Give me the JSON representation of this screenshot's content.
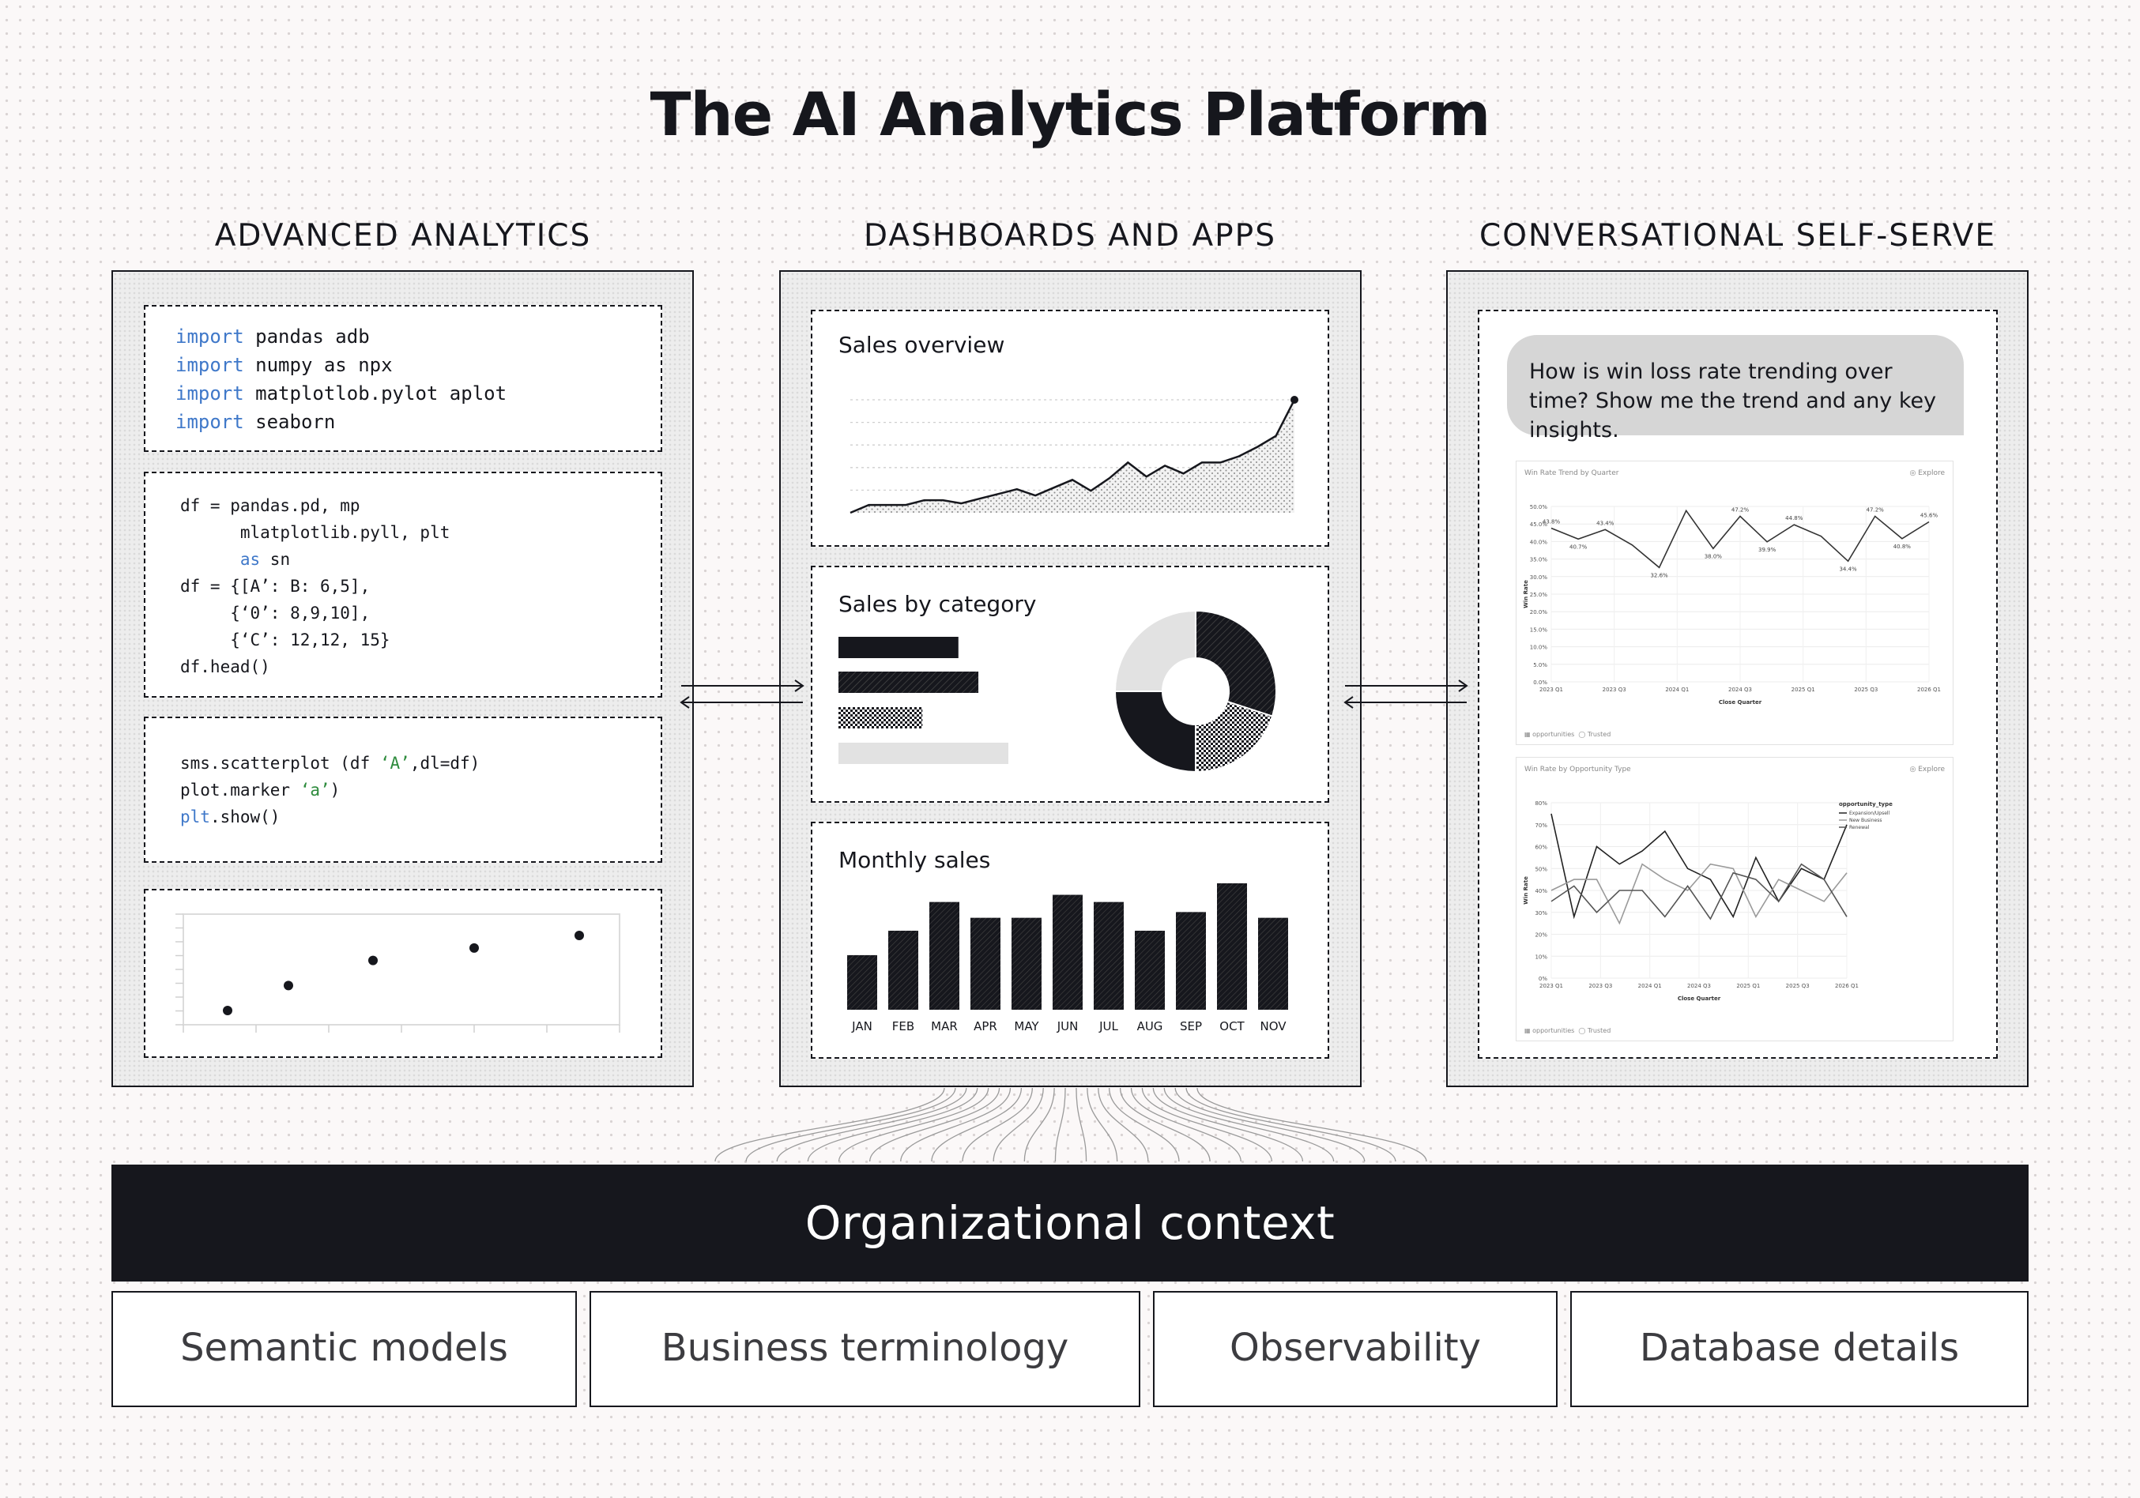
{
  "title": "The AI Analytics Platform",
  "columns": {
    "advanced_analytics": "ADVANCED ANALYTICS",
    "dashboards": "DASHBOARDS AND APPS",
    "conversational": "CONVERSATIONAL SELF-SERVE"
  },
  "code": {
    "block1": [
      {
        "kw": "import",
        "rest": " pandas adb"
      },
      {
        "kw": "import",
        "rest": " numpy as npx"
      },
      {
        "kw": "import",
        "rest": " matplotlob.pylot aplot"
      },
      {
        "kw": "import",
        "rest": " seaborn"
      }
    ],
    "block2": {
      "line1": "df = pandas.pd, mp",
      "line2": "      mlatplotlib.pyll, plt",
      "line3_pre": "      ",
      "line3_kw": "as",
      "line3_rest": " sn",
      "line4": "df = {[A’: B: 6,5],",
      "line5": "     {‘0’: 8,9,10],",
      "line6": "     {‘C’: 12,12, 15}",
      "line7": "df.head()"
    },
    "block3": {
      "line1_pre": "sms.scatterplot (df ",
      "line1_str": "‘A’",
      "line1_post": ",dl=df)",
      "line2_pre": "plot.marker ",
      "line2_str": "‘a’",
      "line2_post": ")",
      "line3_kw": "plt",
      "line3_rest": ".show()"
    }
  },
  "dashboards": {
    "sales_overview": "Sales overview",
    "sales_by_category": "Sales by category",
    "monthly_sales": "Monthly sales"
  },
  "conversation": {
    "question": "How is win loss rate trending over time? Show me the trend and any key insights.",
    "chart1_title": "Win Rate Trend by Quarter",
    "chart2_title": "Win Rate by Opportunity Type",
    "explore": "Explore",
    "source": "opportunities",
    "trusted": "Trusted",
    "xlabel": "Close Quarter",
    "ylabel": "Win Rate",
    "legend_title": "opportunity_type"
  },
  "org_context": {
    "title": "Organizational context",
    "items": [
      "Semantic models",
      "Business terminology",
      "Observability",
      "Database details"
    ]
  },
  "chart_data": [
    {
      "type": "scatter",
      "x": [
        1,
        2,
        3,
        4,
        5
      ],
      "y": [
        1,
        2,
        3,
        3.5,
        4
      ]
    },
    {
      "type": "area",
      "title": "Sales overview",
      "values": [
        0,
        5,
        5,
        5,
        8,
        8,
        6,
        9,
        12,
        15,
        11,
        16,
        21,
        14,
        22,
        32,
        23,
        30,
        25,
        32,
        32,
        36,
        42,
        49,
        72
      ]
    },
    {
      "type": "bar",
      "title": "Sales by category",
      "orientation": "horizontal",
      "values": [
        0.6,
        0.7,
        0.42,
        0.85
      ]
    },
    {
      "type": "pie",
      "title": "Sales by category",
      "values": [
        30,
        20,
        25,
        25
      ]
    },
    {
      "type": "bar",
      "title": "Monthly sales",
      "categories": [
        "JAN",
        "FEB",
        "MAR",
        "APR",
        "MAY",
        "JUN",
        "JUL",
        "AUG",
        "SEP",
        "OCT",
        "NOV"
      ],
      "values": [
        38,
        55,
        75,
        64,
        64,
        80,
        75,
        55,
        68,
        88,
        64
      ]
    },
    {
      "type": "line",
      "title": "Win Rate Trend by Quarter",
      "xlabel": "Close Quarter",
      "ylabel": "Win Rate",
      "x_ticks": [
        "2023 Q1",
        "2023 Q3",
        "2024 Q1",
        "2024 Q3",
        "2025 Q1",
        "2025 Q3",
        "2026 Q1"
      ],
      "y_ticks": [
        "0.0%",
        "5.0%",
        "10.0%",
        "15.0%",
        "20.0%",
        "25.0%",
        "30.0%",
        "35.0%",
        "40.0%",
        "45.0%",
        "50.0%"
      ],
      "ylim": [
        0,
        50
      ],
      "values": [
        43.8,
        40.7,
        43.4,
        39.0,
        32.6,
        48.8,
        38.0,
        47.2,
        39.9,
        44.8,
        41.5,
        34.4,
        47.2,
        40.8,
        45.6
      ],
      "data_labels": [
        {
          "i": 0,
          "text": "43.8%"
        },
        {
          "i": 1,
          "text": "40.7%"
        },
        {
          "i": 2,
          "text": "43.4%"
        },
        {
          "i": 4,
          "text": "32.6%"
        },
        {
          "i": 6,
          "text": "38.0%"
        },
        {
          "i": 7,
          "text": "47.2%"
        },
        {
          "i": 8,
          "text": "39.9%"
        },
        {
          "i": 9,
          "text": "44.8%"
        },
        {
          "i": 11,
          "text": "34.4%"
        },
        {
          "i": 12,
          "text": "47.2%"
        },
        {
          "i": 13,
          "text": "40.8%"
        },
        {
          "i": 14,
          "text": "45.6%"
        }
      ]
    },
    {
      "type": "line",
      "title": "Win Rate by Opportunity Type",
      "xlabel": "Close Quarter",
      "ylabel": "Win Rate",
      "x_ticks": [
        "2023 Q1",
        "2023 Q3",
        "2024 Q1",
        "2024 Q3",
        "2025 Q1",
        "2025 Q3",
        "2026 Q1"
      ],
      "y_ticks": [
        "0%",
        "10%",
        "20%",
        "30%",
        "40%",
        "50%",
        "60%",
        "70%",
        "80%"
      ],
      "ylim": [
        0,
        80
      ],
      "legend_position": "top-right",
      "series": [
        {
          "name": "Expansion/Upsell",
          "values": [
            75,
            28,
            60,
            52,
            58,
            67,
            50,
            45,
            28,
            55,
            35,
            50,
            45,
            70
          ],
          "color": "#222222"
        },
        {
          "name": "New Business",
          "values": [
            40,
            45,
            45,
            25,
            52,
            45,
            40,
            52,
            50,
            28,
            45,
            40,
            35,
            48
          ],
          "color": "#9a9a9a"
        },
        {
          "name": "Renewal",
          "values": [
            35,
            42,
            30,
            40,
            40,
            28,
            42,
            27,
            48,
            45,
            35,
            52,
            45,
            28
          ],
          "color": "#555555"
        }
      ]
    }
  ]
}
